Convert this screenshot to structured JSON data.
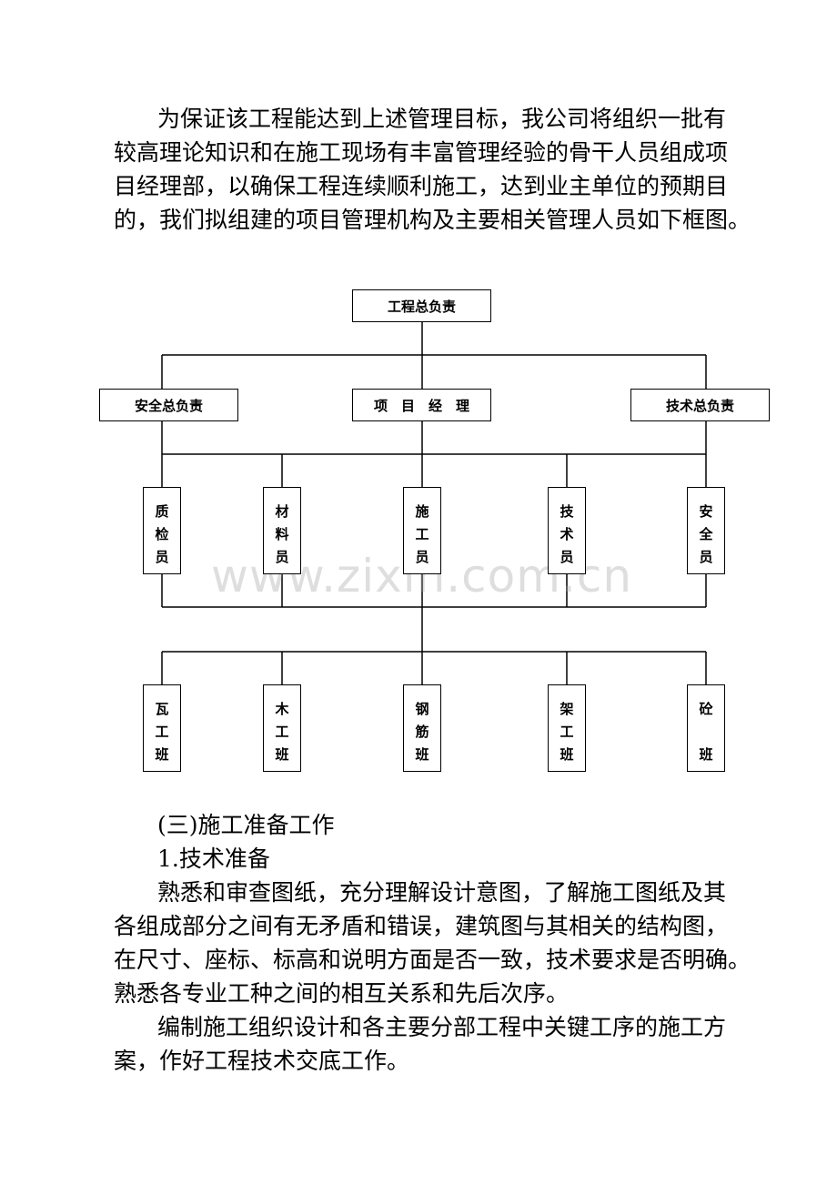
{
  "intro": {
    "lines": [
      "为保证该工程能达到上述管理目标，我公司将组织一批有",
      "较高理论知识和在施工现场有丰富管理经验的骨干人员组成项",
      "目经理部，以确保工程连续顺利施工，达到业主单位的预期目",
      "的，我们拟组建的项目管理机构及主要相关管理人员如下框图。"
    ]
  },
  "org_chart": {
    "top": "工程总负责",
    "level2": [
      "安全总负责",
      "项　目　经　理",
      "技术总负责"
    ],
    "level3": [
      [
        "质",
        "检",
        "员"
      ],
      [
        "材",
        "料",
        "员"
      ],
      [
        "施",
        "工",
        "员"
      ],
      [
        "技",
        "术",
        "员"
      ],
      [
        "安",
        "全",
        "员"
      ]
    ],
    "level4": [
      [
        "瓦",
        "工",
        "班"
      ],
      [
        "木",
        "工",
        "班"
      ],
      [
        "钢",
        "筋",
        "班"
      ],
      [
        "架",
        "工",
        "班"
      ],
      [
        "砼",
        "",
        "班"
      ]
    ]
  },
  "watermark": "www.zixin.com.cn",
  "section": {
    "heading": "(三)施工准备工作",
    "subheading": "1.技术准备",
    "para1": [
      "熟悉和审查图纸，充分理解设计意图，了解施工图纸及其",
      "各组成部分之间有无矛盾和错误，建筑图与其相关的结构图，",
      "在尺寸、座标、标高和说明方面是否一致，技术要求是否明确。",
      "熟悉各专业工种之间的相互关系和先后次序。"
    ],
    "para2": [
      "编制施工组织设计和各主要分部工程中关键工序的施工方",
      "案，作好工程技术交底工作。"
    ]
  }
}
